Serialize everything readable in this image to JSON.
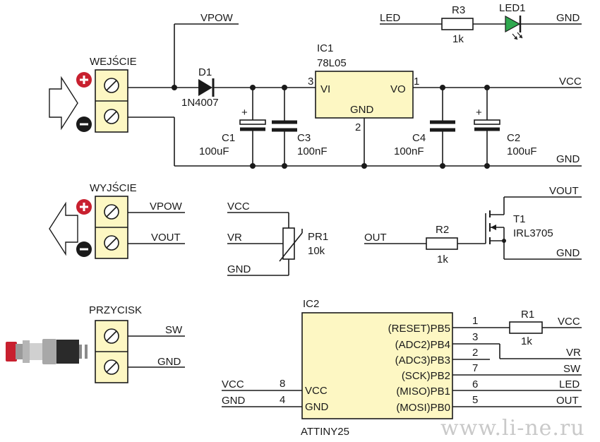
{
  "power_section": {
    "input_label": "WEJŚCIE",
    "vpow_net": "VPOW",
    "d1_ref": "D1",
    "d1_value": "1N4007",
    "ic1_ref": "IC1",
    "ic1_value": "78L05",
    "ic1_pin_vi": "VI",
    "ic1_pin_vo": "VO",
    "ic1_pin_gnd": "GND",
    "ic1_pin_num_vi": "3",
    "ic1_pin_num_vo": "1",
    "ic1_pin_num_gnd": "2",
    "c1_ref": "C1",
    "c1_value": "100uF",
    "c3_ref": "C3",
    "c3_value": "100nF",
    "c4_ref": "C4",
    "c4_value": "100nF",
    "c2_ref": "C2",
    "c2_value": "100uF",
    "vcc_net": "VCC",
    "gnd_net": "GND",
    "plus_mark": "+",
    "led_net": "LED",
    "r3_ref": "R3",
    "r3_value": "1k",
    "led1_ref": "LED1",
    "led_gnd_net": "GND"
  },
  "output_section": {
    "output_label": "WYJŚCIE",
    "vpow_net": "VPOW",
    "vout_net": "VOUT"
  },
  "pot_section": {
    "vcc_net": "VCC",
    "vr_net": "VR",
    "gnd_net": "GND",
    "pr1_ref": "PR1",
    "pr1_value": "10k"
  },
  "mosfet_section": {
    "vout_net": "VOUT",
    "out_net": "OUT",
    "gnd_net": "GND",
    "r2_ref": "R2",
    "r2_value": "1k",
    "t1_ref": "T1",
    "t1_value": "IRL3705"
  },
  "button_section": {
    "button_label": "PRZYCISK",
    "sw_net": "SW",
    "gnd_net": "GND"
  },
  "mcu_section": {
    "ic2_ref": "IC2",
    "ic2_value": "ATTINY25",
    "pins_right": [
      {
        "name": "(RESET)PB5",
        "num": "1",
        "net": "VCC"
      },
      {
        "name": "(ADC2)PB4",
        "num": "3",
        "net": "VR"
      },
      {
        "name": "(ADC3)PB3",
        "num": "2",
        "net": ""
      },
      {
        "name": "(SCK)PB2",
        "num": "7",
        "net": "SW"
      },
      {
        "name": "(MISO)PB1",
        "num": "6",
        "net": "LED"
      },
      {
        "name": "(MOSI)PB0",
        "num": "5",
        "net": "OUT"
      }
    ],
    "pins_left": [
      {
        "name": "VCC",
        "num": "8",
        "net": "VCC"
      },
      {
        "name": "GND",
        "num": "4",
        "net": "GND"
      }
    ],
    "r1_ref": "R1",
    "r1_value": "1k"
  },
  "watermark": "www.li-ne.ru",
  "colors": {
    "terminal_fill": "#fdf7c3",
    "polarity_plus": "#c8202f",
    "polarity_minus": "#1a1a1a",
    "led_green": "#2fa84f",
    "button_red": "#c8202f"
  },
  "icons": {
    "input_arrow": "arrow-right-outline-icon",
    "output_arrow": "arrow-left-outline-icon",
    "plus": "plus-circle-icon",
    "minus": "minus-circle-icon",
    "screw": "screw-terminal-icon",
    "pushbutton": "pushbutton-photo-icon"
  }
}
